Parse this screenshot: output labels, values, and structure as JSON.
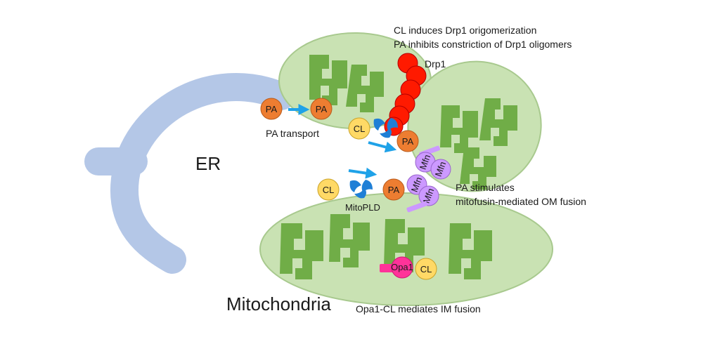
{
  "labels": {
    "er": "ER",
    "mitochondria": "Mitochondria",
    "cl_induces": "CL induces Drp1 origomerization",
    "pa_inhibits": "PA inhibits constriction of Drp1 oligomers",
    "drp1": "Drp1",
    "pa_transport": "PA transport",
    "pa_stimulates": "PA stimulates",
    "mitofusin_fusion": "mitofusin-mediated OM fusion",
    "mitopld": "MitoPLD",
    "opa1_cl": "Opa1-CL mediates IM fusion"
  },
  "molecules": {
    "pa": "PA",
    "cl": "CL",
    "mfn": "Mfn",
    "opa1": "Opa1"
  },
  "colors": {
    "er": "#b4c7e7",
    "mito_outer": "#c9e2b3",
    "mito_outline": "#a8c98e",
    "cristae": "#70ad47",
    "pa": "#ed7d31",
    "cl": "#ffd966",
    "drp1": "#ff1a00",
    "mitopld": "#1f7fd6",
    "mfn": "#cc99ff",
    "opa1": "#ff3399",
    "arrow": "#1fa2e8"
  }
}
